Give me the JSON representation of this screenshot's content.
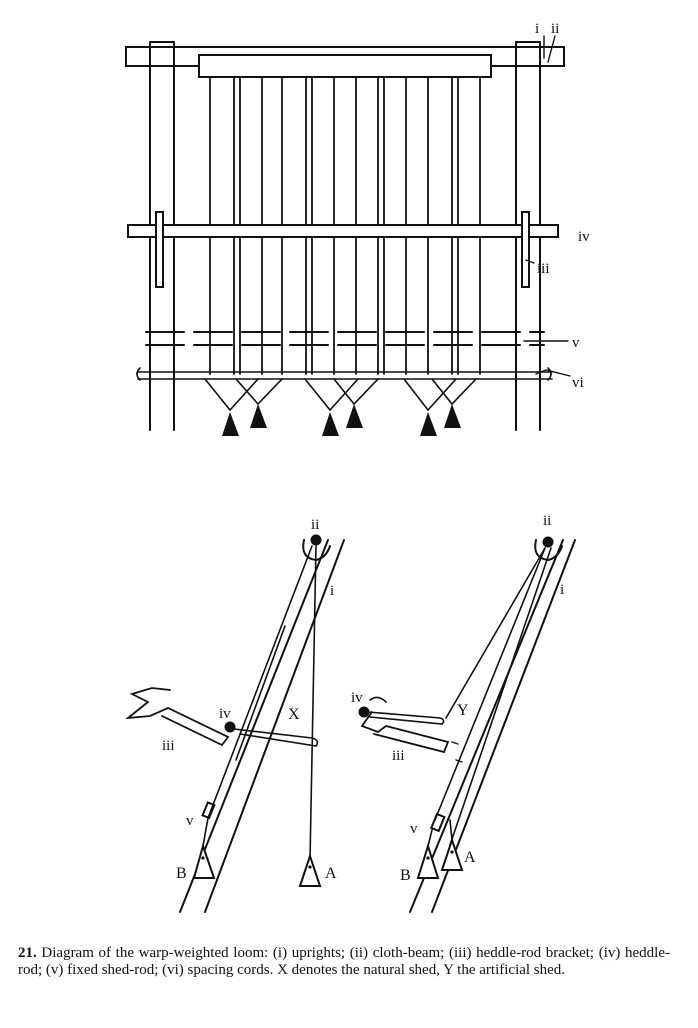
{
  "front_view": {
    "labels": {
      "uprights": "i",
      "cloth_beam": "ii",
      "heddle_rod_bracket": "iii",
      "heddle_rod": "iv",
      "shed_rod": "v",
      "spacing_cords": "vi"
    }
  },
  "side_view_left": {
    "labels": {
      "cloth_beam": "ii",
      "upright": "i",
      "heddle_rod": "iv",
      "natural_shed": "X",
      "bracket": "iii",
      "shed_rod": "v",
      "weight_b": "B",
      "weight_a": "A"
    }
  },
  "side_view_right": {
    "labels": {
      "cloth_beam": "ii",
      "upright": "i",
      "heddle_rod": "iv",
      "artificial_shed": "Y",
      "bracket": "iii",
      "shed_rod": "v",
      "weight_b": "B",
      "weight_a": "A"
    }
  },
  "caption": {
    "number": "21.",
    "text": "Diagram of the warp-weighted loom: (i) uprights; (ii) cloth-beam; (iii) heddle-rod bracket; (iv) heddle-rod; (v) fixed shed-rod; (vi) spacing cords. X denotes the natural shed, Y the artificial shed."
  }
}
